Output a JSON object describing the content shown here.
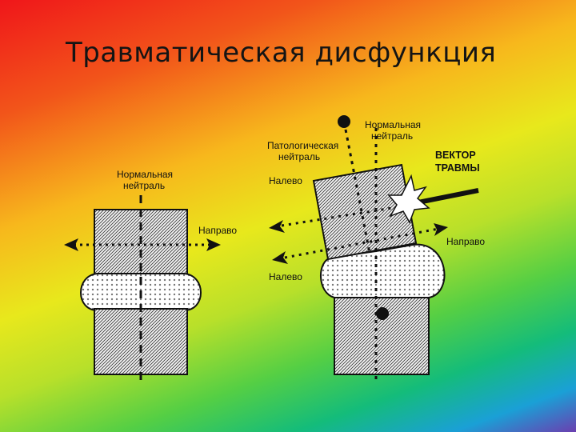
{
  "slide": {
    "title": "Травматическая дисфункция"
  },
  "diagram": {
    "left": {
      "neutral_label_1": "Нормальная",
      "neutral_label_2": "нейтраль",
      "right_label": "Направо"
    },
    "right": {
      "normal_neutral_1": "Нормальная",
      "normal_neutral_2": "нейтраль",
      "pathologic_neutral_1": "Патологическая",
      "pathologic_neutral_2": "нейтраль",
      "left_upper_label": "Налево",
      "left_lower_label": "Налево",
      "vector_1": "ВЕКТОР",
      "vector_2": "ТРАВМЫ",
      "right_label": "Направо"
    }
  }
}
